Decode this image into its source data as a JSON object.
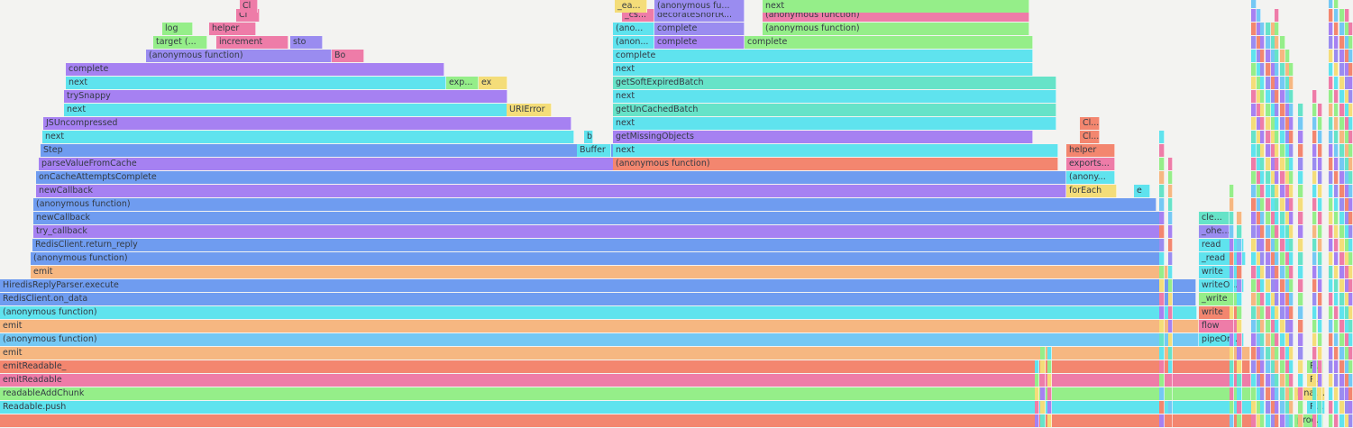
{
  "palette": {
    "blue": "#6f9cf0",
    "cyan": "#5fe3ee",
    "purple": "#a681f2",
    "lavender": "#9a8cf0",
    "orange": "#f6b781",
    "salmon": "#f3866f",
    "pink": "#ee7ca8",
    "green": "#95ee89",
    "yellow": "#f4dd79",
    "sky": "#74c8f4",
    "teal": "#66e3c8"
  },
  "frames": [
    {
      "label": "",
      "color": "salmon"
    },
    {
      "label": "Readable.push",
      "color": "cyan"
    },
    {
      "label": "readableAddChunk",
      "color": "green"
    },
    {
      "label": "emitReadable",
      "color": "pink"
    },
    {
      "label": "emitReadable_",
      "color": "salmon"
    },
    {
      "label": "emit",
      "color": "orange"
    },
    {
      "label": "(anonymous function)",
      "color": "sky"
    },
    {
      "label": "emit",
      "color": "orange"
    },
    {
      "label": "(anonymous function)",
      "color": "cyan"
    },
    {
      "label": "RedisClient.on_data",
      "color": "blue"
    },
    {
      "label": "HiredisReplyParser.execute",
      "color": "blue"
    },
    {
      "label": "emit",
      "color": "orange"
    },
    {
      "label": "(anonymous function)",
      "color": "blue"
    },
    {
      "label": "RedisClient.return_reply",
      "color": "blue"
    },
    {
      "label": "try_callback",
      "color": "purple"
    },
    {
      "label": "newCallback",
      "color": "blue"
    },
    {
      "label": "(anonymous function)",
      "color": "blue"
    },
    {
      "label": "newCallback",
      "color": "purple"
    },
    {
      "label": "onCacheAttemptsComplete",
      "color": "blue"
    },
    {
      "label": "parseValueFromCache",
      "color": "purple"
    },
    {
      "label": "Step",
      "color": "blue"
    },
    {
      "label": "next",
      "color": "cyan"
    },
    {
      "label": "JSUncompressed",
      "color": "purple"
    },
    {
      "label": "next",
      "color": "cyan"
    },
    {
      "label": "trySnappy",
      "color": "purple"
    },
    {
      "label": "next",
      "color": "cyan"
    },
    {
      "label": "complete",
      "color": "purple"
    },
    {
      "label": "(anonymous function)",
      "color": "lavender"
    },
    {
      "label": "target (...",
      "color": "green"
    },
    {
      "label": "log",
      "color": "green"
    },
    {
      "label": "helper",
      "color": "pink"
    },
    {
      "label": "increment",
      "color": "pink"
    },
    {
      "label": "sto",
      "color": "lavender"
    },
    {
      "label": "Cl",
      "color": "pink"
    },
    {
      "label": "Cl",
      "color": "pink"
    },
    {
      "label": "Bo",
      "color": "pink"
    },
    {
      "label": "exp...",
      "color": "green"
    },
    {
      "label": "ex",
      "color": "yellow"
    },
    {
      "label": "URIError",
      "color": "yellow"
    },
    {
      "label": "Buffer",
      "color": "cyan"
    },
    {
      "label": "b",
      "color": "cyan"
    },
    {
      "label": "(anonymous function)",
      "color": "salmon"
    },
    {
      "label": "next",
      "color": "cyan"
    },
    {
      "label": "getMissingObjects",
      "color": "purple"
    },
    {
      "label": "next",
      "color": "cyan"
    },
    {
      "label": "getUnCachedBatch",
      "color": "teal"
    },
    {
      "label": "next",
      "color": "cyan"
    },
    {
      "label": "getSoftExpiredBatch",
      "color": "teal"
    },
    {
      "label": "next",
      "color": "cyan"
    },
    {
      "label": "complete",
      "color": "cyan"
    },
    {
      "label": "(anon...",
      "color": "cyan"
    },
    {
      "label": "complete",
      "color": "purple"
    },
    {
      "label": "complete",
      "color": "green"
    },
    {
      "label": "(ano...",
      "color": "cyan"
    },
    {
      "label": "complete",
      "color": "lavender"
    },
    {
      "label": "(anonymous function)",
      "color": "green"
    },
    {
      "label": "_cs...",
      "color": "pink"
    },
    {
      "label": "decorateShortR...",
      "color": "lavender"
    },
    {
      "label": "(anonymous function)",
      "color": "pink"
    },
    {
      "label": "_ea...",
      "color": "yellow"
    },
    {
      "label": "(anonymous fu...",
      "color": "lavender"
    },
    {
      "label": "next",
      "color": "green"
    },
    {
      "label": "helper",
      "color": "salmon"
    },
    {
      "label": "exports...",
      "color": "pink"
    },
    {
      "label": "(anony...",
      "color": "cyan"
    },
    {
      "label": "forEach",
      "color": "yellow"
    },
    {
      "label": "e",
      "color": "cyan"
    },
    {
      "label": "Cl...",
      "color": "salmon"
    },
    {
      "label": "Cl...",
      "color": "salmon"
    },
    {
      "label": "pipeOn...",
      "color": "cyan"
    },
    {
      "label": "flow",
      "color": "pink"
    },
    {
      "label": "write",
      "color": "salmon"
    },
    {
      "label": "_write",
      "color": "green"
    },
    {
      "label": "writeOr...",
      "color": "cyan"
    },
    {
      "label": "write",
      "color": "cyan"
    },
    {
      "label": "_read",
      "color": "cyan"
    },
    {
      "label": "read",
      "color": "cyan"
    },
    {
      "label": "_ohe...",
      "color": "lavender"
    },
    {
      "label": "cle...",
      "color": "teal"
    },
    {
      "label": "proc...",
      "color": "green"
    },
    {
      "label": "R...",
      "color": "cyan"
    },
    {
      "label": "R...",
      "color": "yellow"
    },
    {
      "label": "R...",
      "color": "green"
    },
    {
      "label": "Final...",
      "color": "yellow"
    }
  ],
  "strips": [
    "pink",
    "yellow",
    "green",
    "cyan",
    "lavender",
    "salmon",
    "purple",
    "sky",
    "teal",
    "orange",
    "green",
    "pink",
    "cyan",
    "yellow",
    "lavender",
    "purple",
    "salmon",
    "sky",
    "green",
    "pink",
    "cyan",
    "teal",
    "yellow",
    "purple"
  ]
}
